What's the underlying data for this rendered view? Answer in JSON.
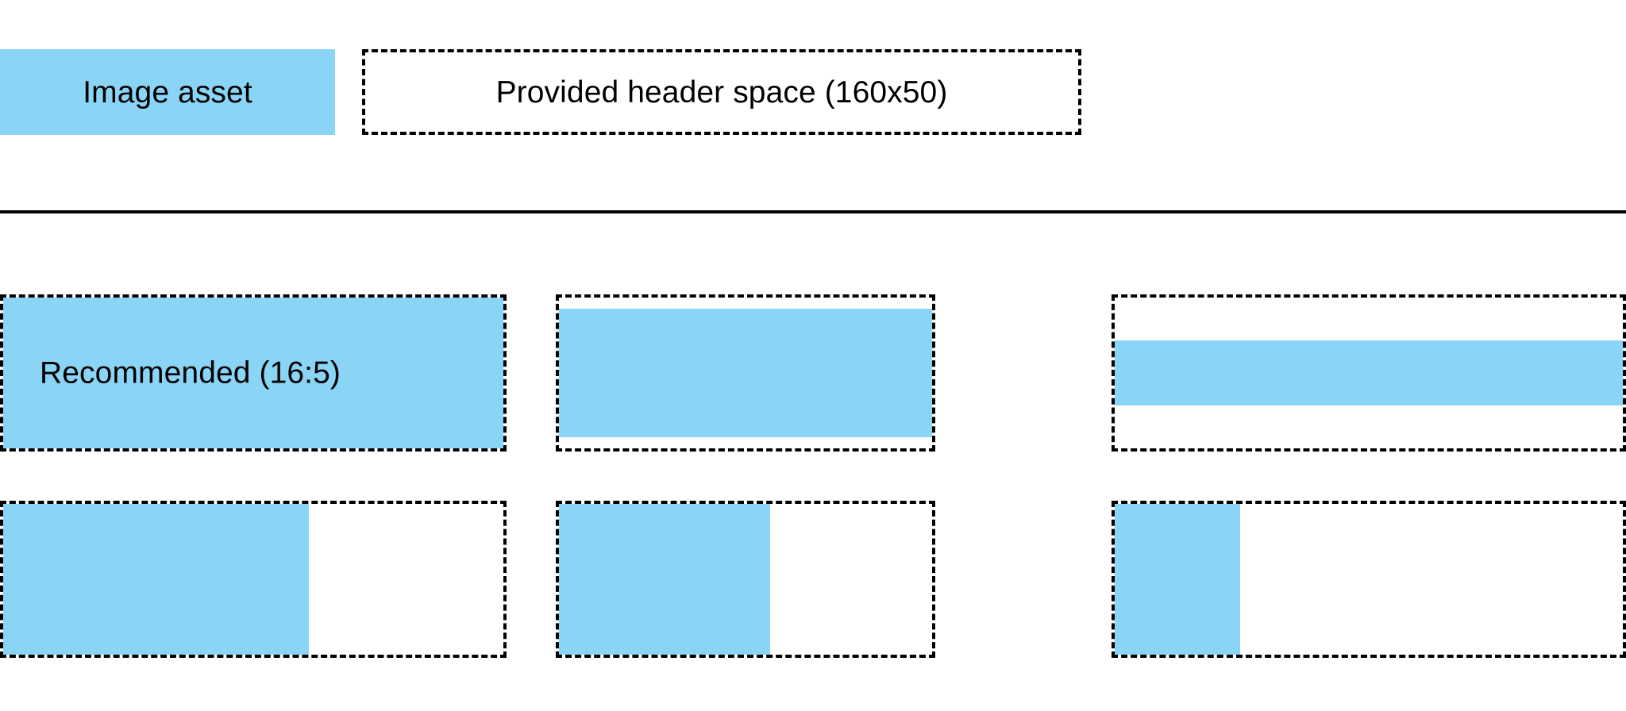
{
  "page": {
    "background_color": "#ffffff",
    "accent_color": "#8ad4f6",
    "outline_color": "#000000"
  },
  "legend": {
    "swatch_label": "Image asset",
    "header_space_label": "Provided header space (160x50)"
  },
  "examples": {
    "recommended_label": "Recommended (16:5)",
    "rows": [
      {
        "name": "recommended-row",
        "cells": [
          {
            "name": "recommended-16-5",
            "label": "Recommended (16:5)",
            "fill": "full"
          },
          {
            "name": "wide-short-inset",
            "label": "",
            "fill": "full-width-inset"
          },
          {
            "name": "wide-thin-band",
            "label": "",
            "fill": "full-width-thin-band"
          }
        ]
      },
      {
        "name": "partial-fill-row",
        "cells": [
          {
            "name": "partial-fill-large",
            "label": "",
            "fill": "left-partial"
          },
          {
            "name": "partial-fill-medium",
            "label": "",
            "fill": "left-partial"
          },
          {
            "name": "partial-fill-small",
            "label": "",
            "fill": "left-partial"
          }
        ]
      }
    ]
  }
}
